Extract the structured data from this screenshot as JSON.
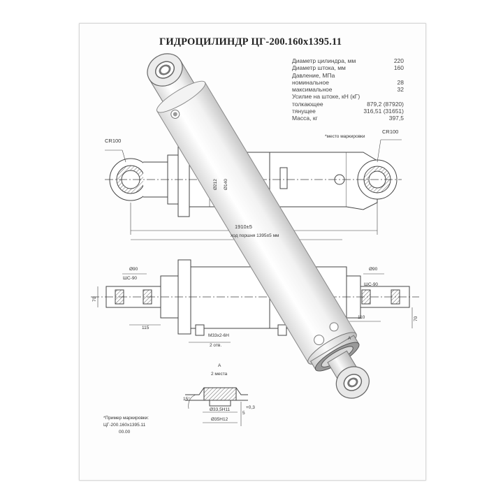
{
  "title": "ГИДРОЦИЛИНДР ЦГ-200.160х1395.11",
  "specs": [
    {
      "label": "Диаметр цилиндра, мм",
      "value": "220"
    },
    {
      "label": "Диаметр штока, мм",
      "value": "160"
    },
    {
      "label": "Давление, МПа",
      "value": ""
    },
    {
      "label": "номинальное",
      "value": "28"
    },
    {
      "label": "максимальное",
      "value": "32"
    },
    {
      "label": "Усилие на штоке, кН (кГ)",
      "value": ""
    },
    {
      "label": "толкающее",
      "value": "879,2 (87920)"
    },
    {
      "label": "тянущее",
      "value": "316,51 (31651)"
    },
    {
      "label": "Масса, кг",
      "value": "397,5"
    }
  ],
  "annotations": {
    "radius_left": "СR100",
    "radius_right": "СR100",
    "marking_place": "*место маркировки",
    "dia_212": "Ø212",
    "dia_140": "Ø140",
    "length": "1910±5",
    "stroke": "ход поршня 1395±5 мм",
    "dia_90_left": "Ø90",
    "sh_90_left": "ШС-90",
    "dia_90_right": "Ø90",
    "sh_90_right": "ШС-90",
    "dim_70_left": "70",
    "dim_70_right": "70",
    "dim_115": "115",
    "dim_110": "110",
    "thread": "М33х2-6Н",
    "holes": "2 отв.",
    "view_mark": "А",
    "view_title": "А",
    "view_sub": "2 места",
    "dia_33": "Ø33,5Н11",
    "dia_35": "Ø35Н12",
    "dim_5": "5",
    "dim_5_tol": "+0,3",
    "angle": "15°",
    "marking_example_1": "*Пример маркировки:",
    "marking_example_2": "ЦГ-200.160х1395.11",
    "marking_example_3": "00.00"
  }
}
